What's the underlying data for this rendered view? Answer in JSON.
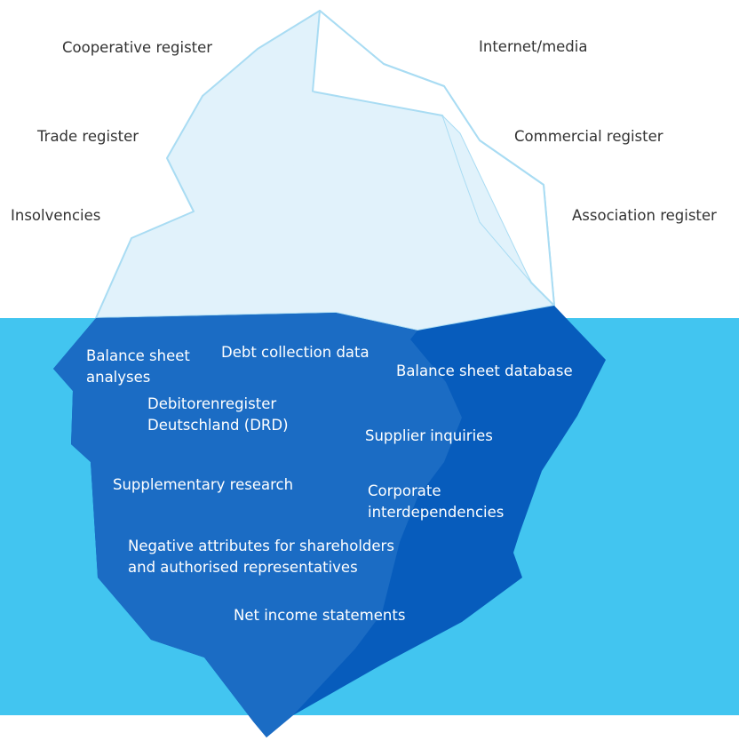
{
  "colors": {
    "water": "#42c5f0",
    "ice_above": "#e1f2fb",
    "ice_outline": "#a9dcf3",
    "ice_highlight": "#ffffff",
    "ice_below_left": "#1b6cc4",
    "ice_below_right": "#075cbc",
    "text_above": "#333333",
    "text_below": "#ffffff"
  },
  "above_water": {
    "cooperative_register": "Cooperative register",
    "internet_media": "Internet/media",
    "trade_register": "Trade register",
    "commercial_register": "Commercial register",
    "insolvencies": "Insolvencies",
    "association_register": "Association register"
  },
  "below_water": {
    "balance_sheet_analyses": "Balance sheet\nanalyses",
    "debt_collection_data": "Debt collection data",
    "balance_sheet_database": "Balance sheet database",
    "drd": "Debitorenregister\nDeutschland (DRD)",
    "supplier_inquiries": "Supplier inquiries",
    "supplementary_research": "Supplementary research",
    "corporate_interdependencies": "Corporate\ninterdependencies",
    "negative_attributes": "Negative attributes for shareholders\nand authorised representatives",
    "net_income_statements": "Net income statements"
  }
}
